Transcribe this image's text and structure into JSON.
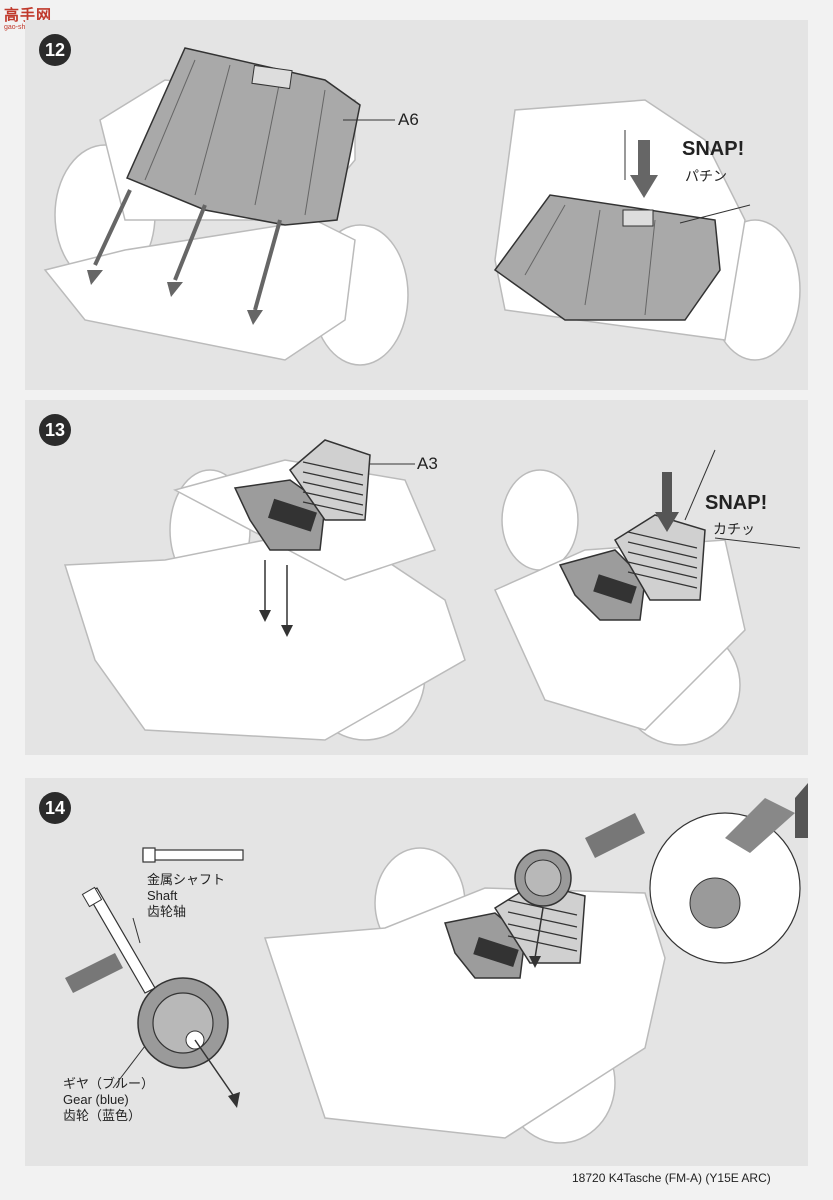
{
  "watermark": {
    "title": "高手网",
    "url": "gao-shou.com"
  },
  "steps": [
    {
      "number": "12",
      "labels": {
        "part": "A6",
        "snap": "SNAP!",
        "snap_jp": "パチン"
      }
    },
    {
      "number": "13",
      "labels": {
        "part": "A3",
        "snap": "SNAP!",
        "snap_jp": "カチッ"
      }
    },
    {
      "number": "14",
      "shaft": {
        "jp": "金属シャフト",
        "en": "Shaft",
        "cn": "齿轮轴"
      },
      "gear": {
        "jp": "ギヤ（ブルー）",
        "en": "Gear (blue)",
        "cn": "齿轮（蓝色）"
      }
    }
  ],
  "footer": {
    "text": "18720 K4Tasche (FM-A) (Y15E ARC)"
  }
}
